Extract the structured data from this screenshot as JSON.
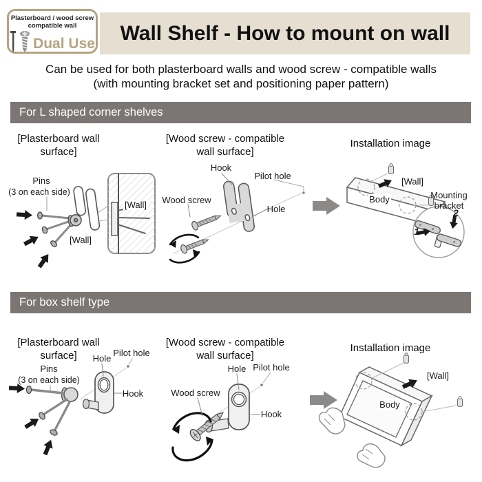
{
  "header": {
    "badge": {
      "line1": "Plasterboard / wood screw",
      "line2": "compatible wall",
      "dual_use": "Dual Use"
    },
    "title": "Wall Shelf - How to mount on wall"
  },
  "intro": {
    "line1": "Can be used for both plasterboard walls and wood screw - compatible walls",
    "line2": "(with mounting bracket set and positioning paper pattern)"
  },
  "sections": [
    {
      "bar": "For L shaped corner shelves",
      "columns": [
        {
          "heading": "[Plasterboard wall surface]",
          "labels": {
            "pins": "Pins",
            "pins_note": "(3 on each side)",
            "wall_front": "[Wall]",
            "wall_side": "[Wall]"
          }
        },
        {
          "heading": "[Wood screw - compatible wall surface]",
          "labels": {
            "hook": "Hook",
            "pilot_hole": "Pilot hole",
            "wood_screw": "Wood screw",
            "hole": "Hole"
          }
        },
        {
          "heading": "Installation image",
          "labels": {
            "wall": "[Wall]",
            "body": "Body",
            "mounting_bracket": "Mounting bracket",
            "step1": "1",
            "step2": "2"
          }
        }
      ]
    },
    {
      "bar": "For box shelf type",
      "columns": [
        {
          "heading": "[Plasterboard wall surface]",
          "labels": {
            "pins": "Pins",
            "pins_note": "(3 on each side)",
            "hole": "Hole",
            "pilot_hole": "Pilot hole",
            "hook": "Hook"
          }
        },
        {
          "heading": "[Wood screw - compatible wall surface]",
          "labels": {
            "hole": "Hole",
            "pilot_hole": "Pilot hole",
            "wood_screw": "Wood screw",
            "hook": "Hook"
          }
        },
        {
          "heading": "Installation image",
          "labels": {
            "wall": "[Wall]",
            "body": "Body"
          }
        }
      ]
    }
  ],
  "colors": {
    "header_band": "#e6dfd1",
    "accent_tan": "#b5a480",
    "section_bar": "#7b7674",
    "section_bar_text": "#ffffff",
    "black_arrow": "#1a1a1a",
    "gray_arrow": "#8c8a89",
    "line_art": "#555555"
  }
}
